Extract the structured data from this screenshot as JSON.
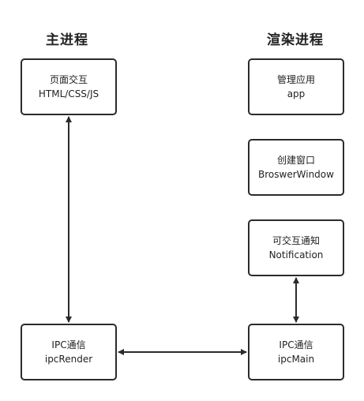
{
  "headings": {
    "main_process": "主进程",
    "render_process": "渲染进程"
  },
  "boxes": {
    "page_interaction": {
      "line1": "页面交互",
      "line2": "HTML/CSS/JS"
    },
    "ipc_render": {
      "line1": "IPC通信",
      "line2": "ipcRender"
    },
    "manage_app": {
      "line1": "管理应用",
      "line2": "app"
    },
    "create_window": {
      "line1": "创建窗口",
      "line2": "BroswerWindow"
    },
    "notification": {
      "line1": "可交互通知",
      "line2": "Notification"
    },
    "ipc_main": {
      "line1": "IPC通信",
      "line2": "ipcMain"
    }
  },
  "colors": {
    "line": "#2b2b2b",
    "background": "#ffffff"
  }
}
